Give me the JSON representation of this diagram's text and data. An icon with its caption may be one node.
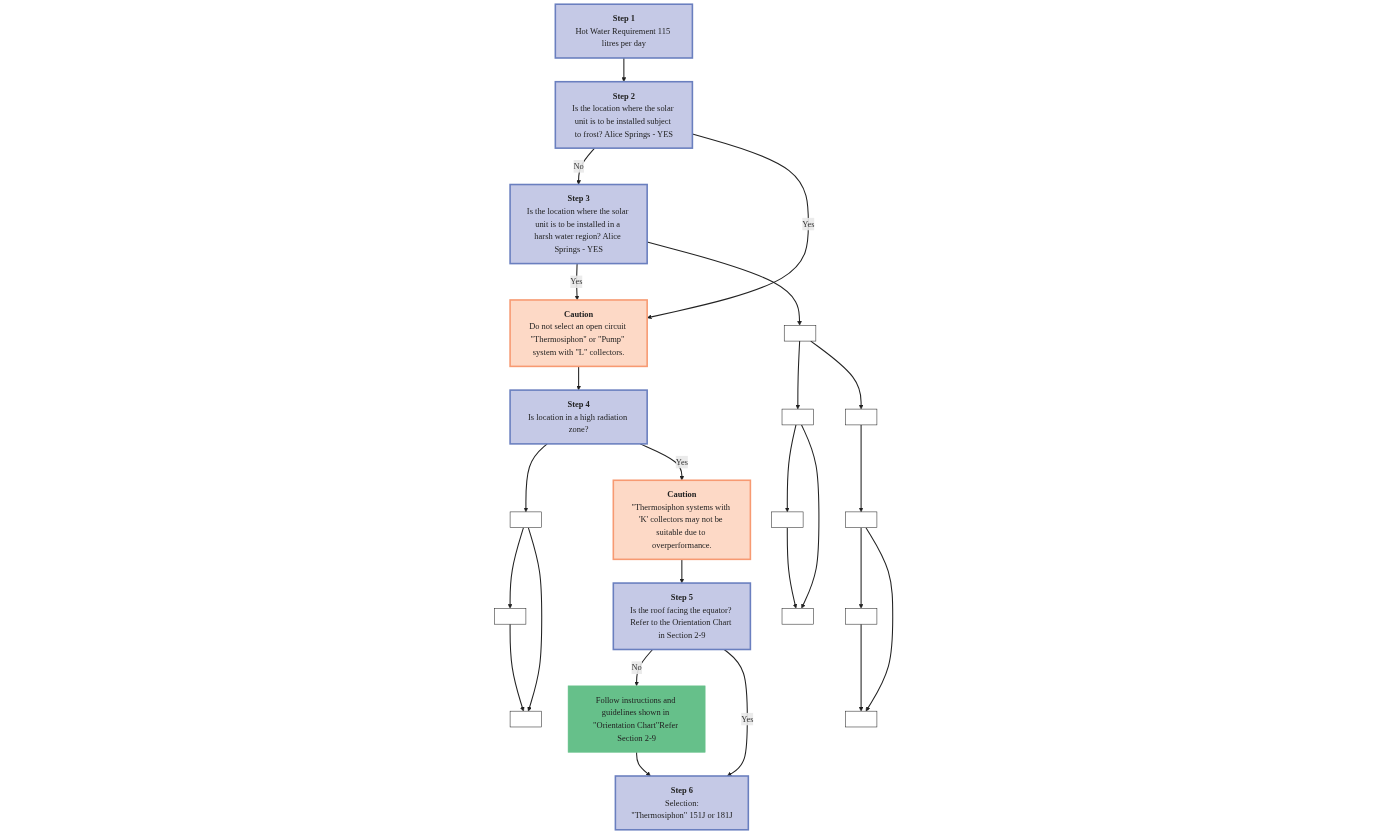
{
  "diagram": {
    "nodes": [
      {
        "text": [
          "Step 1",
          "Hot Water Requirement 115 litres per day"
        ]
      },
      {
        "text": [
          "Step 2",
          "Is the location where the solar unit is to be installed subject to frost? Alice Springs - YES"
        ]
      },
      {
        "text": [
          "Step 3",
          "Is the location where the solar unit is to be installed in a harsh water region? Alice Springs - YES"
        ]
      },
      {
        "text": [
          "Caution",
          "Do not select an open circuit \"Thermosiphon\" or \"Pump\" system with \"L\" collectors."
        ]
      },
      {
        "text": [
          "Step 4",
          "Is location in a high radiation zone?"
        ]
      },
      {
        "text": [],
        "shape": "box"
      },
      {
        "text": [],
        "shape": "box"
      },
      {
        "text": [],
        "shape": "box"
      },
      {
        "text": [
          "Caution",
          "\"Thermosiphon systems with 'K' collectors may not be suitable due to overperformance."
        ]
      },
      {
        "text": [
          "Step 5",
          "Is the roof facing the equator? Refer to the Orientation Chart in Section 2-9"
        ]
      },
      {
        "text": [
          "Follow instructions and guidelines shown in \"Orientation Chart\"Refer Section 2-9"
        ]
      },
      {
        "text": [
          "Step 6",
          "Selection:",
          "\"Thermosiphon\" 151J or 181J"
        ]
      },
      {
        "text": [],
        "shape": "box"
      },
      {
        "text": [],
        "shape": "box"
      },
      {
        "text": [],
        "shape": "box"
      },
      {
        "text": [],
        "shape": "box"
      },
      {
        "text": [],
        "shape": "box"
      },
      {
        "text": [],
        "shape": "box"
      },
      {
        "text": [],
        "shape": "box"
      },
      {
        "text": [],
        "shape": "box"
      }
    ],
    "edges": [
      {
        "from": 0,
        "to": 1,
        "arrow": "to"
      },
      {
        "from": 1,
        "to": 2,
        "arrow": "to",
        "label": "No"
      },
      {
        "from": 1,
        "to": 3,
        "arrow": "to",
        "label": "Yes"
      },
      {
        "from": 2,
        "to": 3,
        "arrow": "to",
        "label": "Yes"
      },
      {
        "from": 3,
        "to": 4,
        "arrow": "to"
      },
      {
        "from": 2,
        "to": 12,
        "arrow": "to"
      },
      {
        "from": 4,
        "to": 5,
        "arrow": "to"
      },
      {
        "from": 5,
        "to": 6,
        "arrow": "to"
      },
      {
        "from": 6,
        "to": 7,
        "arrow": "to"
      },
      {
        "from": 5,
        "to": 7,
        "arrow": "to"
      },
      {
        "from": 4,
        "to": 8,
        "arrow": "to",
        "label": "Yes"
      },
      {
        "from": 8,
        "to": 9,
        "arrow": "to"
      },
      {
        "from": 9,
        "to": 10,
        "arrow": "to",
        "label": "No"
      },
      {
        "from": 10,
        "to": 11,
        "arrow": "to"
      },
      {
        "from": 9,
        "to": 11,
        "arrow": "to",
        "label": "Yes"
      },
      {
        "from": 12,
        "to": 13,
        "arrow": "to"
      },
      {
        "from": 13,
        "to": 14,
        "arrow": "to"
      },
      {
        "from": 14,
        "to": 15,
        "arrow": "to"
      },
      {
        "from": 13,
        "to": 15,
        "arrow": "to"
      },
      {
        "from": 12,
        "to": 16,
        "arrow": "to"
      },
      {
        "from": 16,
        "to": 17,
        "arrow": "to"
      },
      {
        "from": 17,
        "to": 18,
        "arrow": "to"
      },
      {
        "from": 17,
        "to": 19,
        "arrow": "to"
      },
      {
        "from": 18,
        "to": 19,
        "arrow": "to"
      }
    ]
  }
}
